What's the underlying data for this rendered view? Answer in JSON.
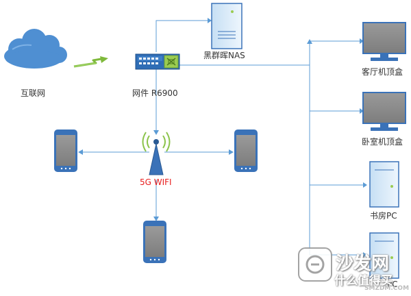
{
  "diagram": {
    "nodes": {
      "internet": {
        "label": "互联网",
        "icon": "cloud-icon"
      },
      "router": {
        "label": "网件 R6900",
        "icon": "router-icon"
      },
      "nas": {
        "label": "黑群晖NAS",
        "icon": "server-icon"
      },
      "living_room_stb": {
        "label": "客厅机顶盒",
        "icon": "monitor-icon"
      },
      "bedroom_stb": {
        "label": "卧室机顶盒",
        "icon": "monitor-icon"
      },
      "study_pc": {
        "label": "书房PC",
        "icon": "tower-pc-icon"
      },
      "other_pc": {
        "label": "PC",
        "icon": "tower-pc-icon"
      },
      "wifi": {
        "label": "5G WIFI",
        "icon": "wifi-antenna-icon"
      },
      "phones": {
        "icon": "smartphone-icon",
        "count": 3
      }
    },
    "watermark": {
      "line1": "沙发网",
      "line2": "什么值得买",
      "url": "SMZDM.COM"
    },
    "colors": {
      "cloud": "#4f8fd2",
      "line": "#5b9bd5",
      "device_frame": "#3a72b8",
      "screen": "#8c8c8c",
      "wifi_red": "#e81c1c",
      "wifi_green": "#8bc34a",
      "router_body": "#2f6db5",
      "router_green": "#9bcc51",
      "nas_body": "#d5e8f8",
      "zigzag": "#7fb93b"
    }
  }
}
